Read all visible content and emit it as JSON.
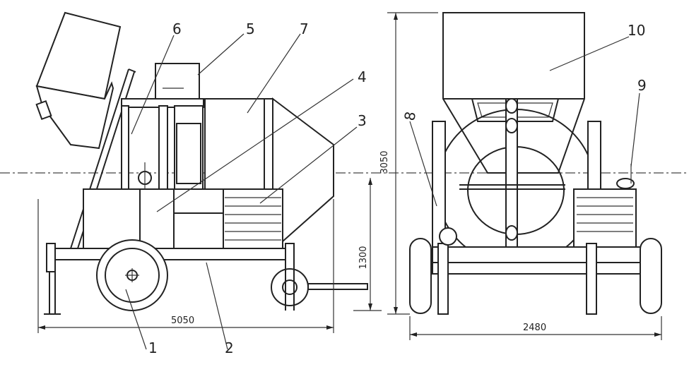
{
  "parts": [
    {
      "id": "1",
      "text": "1"
    },
    {
      "id": "2",
      "text": "2"
    },
    {
      "id": "3",
      "text": "3"
    },
    {
      "id": "4",
      "text": "4"
    },
    {
      "id": "5",
      "text": "5"
    },
    {
      "id": "6",
      "text": "6"
    },
    {
      "id": "7",
      "text": "7"
    },
    {
      "id": "8",
      "text": "8"
    },
    {
      "id": "9",
      "text": "9"
    },
    {
      "id": "10",
      "text": "10"
    }
  ],
  "dimensions": {
    "side_length": "5050",
    "side_height": "1300",
    "front_height": "3050",
    "front_width": "2480"
  }
}
